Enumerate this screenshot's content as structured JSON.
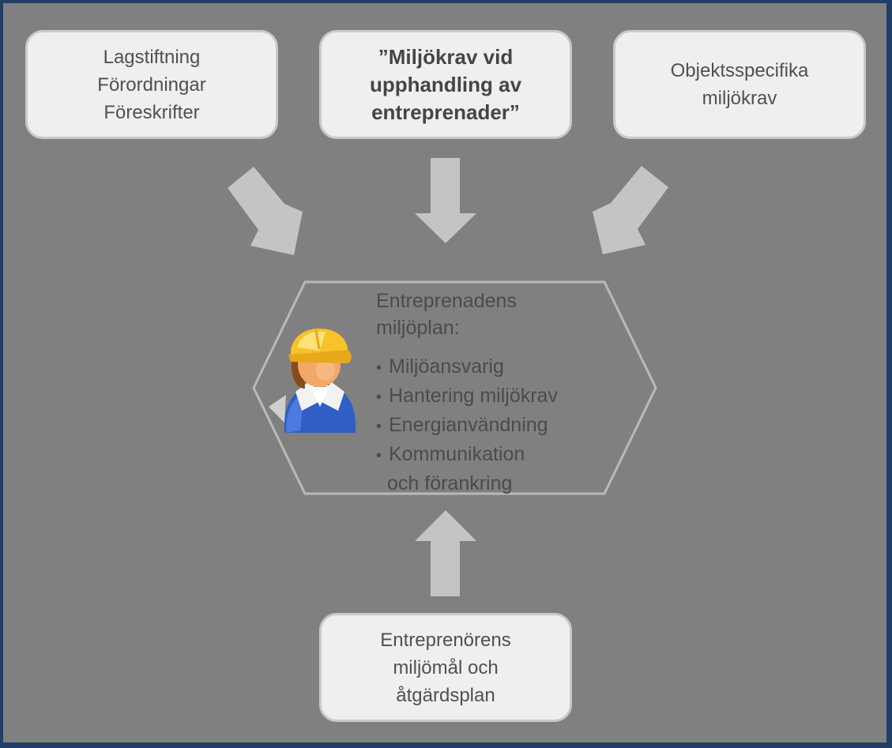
{
  "top_boxes": {
    "left": {
      "lines": [
        "Lagstiftning",
        "Förordningar",
        "Föreskrifter"
      ]
    },
    "center": {
      "lines": [
        "”Miljökrav vid",
        "upphandling av",
        "entreprenader”"
      ]
    },
    "right": {
      "lines": [
        "Objektsspecifika",
        "miljökrav"
      ]
    }
  },
  "center_hexagon": {
    "title_lines": [
      "Entreprenadens",
      "miljöplan:"
    ],
    "bullets": [
      {
        "text": "Miljöansvarig"
      },
      {
        "text": "Hantering miljökrav"
      },
      {
        "text": "Energianvändning"
      },
      {
        "text": "Kommunikation",
        "continuation": "och förankring"
      }
    ],
    "bullet_symbol": "•",
    "icon": "construction-worker-icon"
  },
  "bottom_box": {
    "lines": [
      "Entreprenörens",
      "miljömål och",
      "åtgärdsplan"
    ]
  },
  "colors": {
    "background": "#808080",
    "frame_border": "#1f3e68",
    "box_fill": "#efefef",
    "box_border": "#c9c9c9",
    "arrow_fill": "#c4c4c4",
    "hexagon_border": "#b9b9b9",
    "text": "#505050",
    "helmet": "#f7c22a",
    "shirt": "#2f5fc4"
  }
}
